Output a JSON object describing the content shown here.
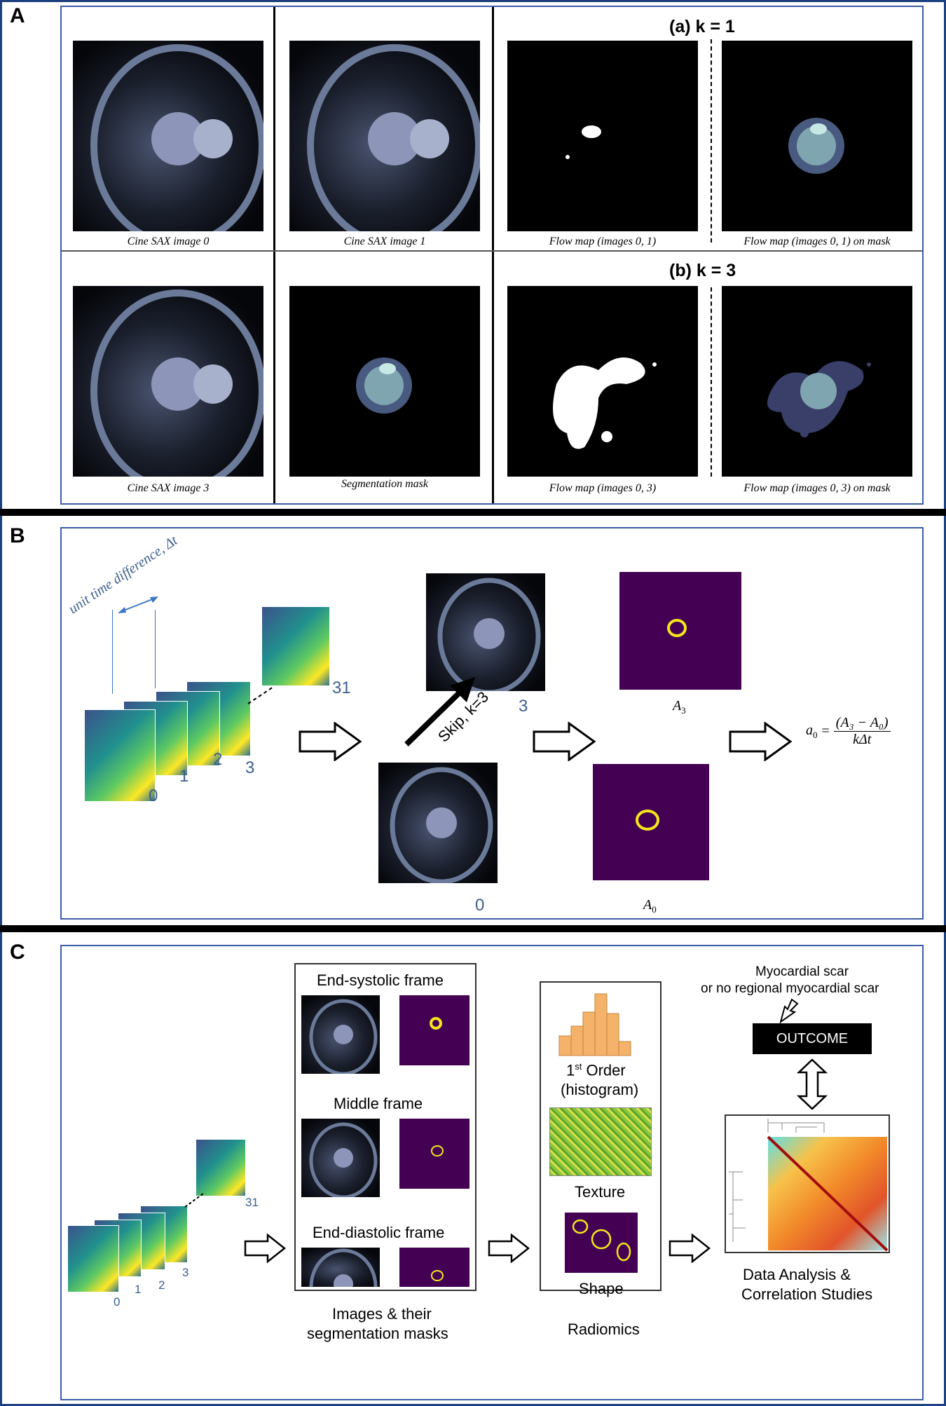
{
  "panels": {
    "A": {
      "letter": "A",
      "row1_label": "(a) k = 1",
      "row2_label": "(b) k = 3",
      "captions": [
        "Cine SAX image 0",
        "Cine SAX image 1",
        "Flow map (images 0, 1)",
        "Flow map (images 0, 1) on mask",
        "Cine SAX image 3",
        "Segmentation mask",
        "Flow map (images 0, 3)",
        "Flow map (images 0, 3) on mask"
      ]
    },
    "B": {
      "letter": "B",
      "axis_label": "unit time difference, Δt",
      "stack_numbers": [
        "0",
        "1",
        "2",
        "3",
        "31"
      ],
      "skip_label": "Skip, k=3",
      "frame_3": "3",
      "frame_0": "0",
      "A3": "A",
      "A3_sub": "3",
      "A0": "A",
      "A0_sub": "0",
      "formula_lhs": "a",
      "formula_lhs_sub": "0",
      "formula_num": "(A₃ − A₀)",
      "formula_den": "kΔt"
    },
    "C": {
      "letter": "C",
      "stack_numbers": [
        "0",
        "1",
        "2",
        "3",
        "31"
      ],
      "end_systolic": "End-systolic frame",
      "middle": "Middle frame",
      "end_diastolic": "End-diastolic frame",
      "images_caption_1": "Images & their",
      "images_caption_2": "segmentation masks",
      "first_order_sup": "st",
      "first_order_pre": "1",
      "first_order_post": " Order",
      "histogram": "(histogram)",
      "texture": "Texture",
      "shape": "Shape",
      "radiomics": "Radiomics",
      "outcome_note_1": "Myocardial scar",
      "outcome_note_2": "or no regional myocardial scar",
      "outcome": "OUTCOME",
      "analysis_1": "Data Analysis &",
      "analysis_2": "Correlation Studies"
    }
  },
  "colors": {
    "frame": "#3a5da8",
    "purple": "#440154",
    "yellow": "#f5e51c",
    "histogram": "#f4b26b",
    "number": "#3d5f8f"
  }
}
